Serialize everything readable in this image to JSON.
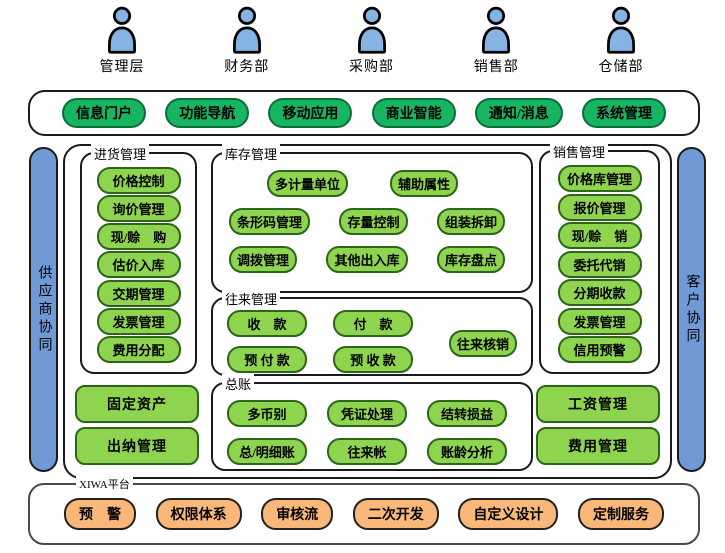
{
  "users": [
    "管理层",
    "财务部",
    "采购部",
    "销售部",
    "仓储部"
  ],
  "app_bar": {
    "items": [
      "信息门户",
      "功能导航",
      "移动应用",
      "商业智能",
      "通知/消息",
      "系统管理"
    ]
  },
  "rails": {
    "left": "供应商协同",
    "right": "客户协同"
  },
  "groups": {
    "purchase": {
      "title": "进货管理",
      "items": [
        "价格控制",
        "询价管理",
        "现/赊　购",
        "估价入库",
        "交期管理",
        "发票管理",
        "费用分配"
      ]
    },
    "inventory": {
      "title": "库存管理",
      "row1": [
        "多计量单位",
        "辅助属性"
      ],
      "row2": [
        "条形码管理",
        "存量控制",
        "组装拆卸"
      ],
      "row3": [
        "调拨管理",
        "其他出入库",
        "库存盘点"
      ]
    },
    "ar_ap": {
      "title": "往来管理",
      "items": [
        "收　款",
        "付　款",
        "预 付 款",
        "预 收 款"
      ],
      "side_item": "往来核销"
    },
    "ledger": {
      "title": "总账",
      "row1": [
        "多币别",
        "凭证处理",
        "结转损益"
      ],
      "row2": [
        "总/明细账",
        "往来帐",
        "账龄分析"
      ]
    },
    "sales": {
      "title": "销售管理",
      "items": [
        "价格库管理",
        "报价管理",
        "现/赊　销",
        "委托代销",
        "分期收款",
        "发票管理",
        "信用预警"
      ]
    }
  },
  "left_boxes": [
    "固定资产",
    "出纳管理"
  ],
  "right_boxes": [
    "工资管理",
    "费用管理"
  ],
  "platform": {
    "title": "XIWA平台",
    "items": [
      "预　警",
      "权限体系",
      "审核流",
      "二次开发",
      "自定义设计",
      "定制服务"
    ]
  },
  "colors": {
    "bar_green": "#17b561",
    "module_green": "#8ed44f",
    "rail_blue": "#6f9ad6",
    "platform_orange": "#f9b87a",
    "outline": "#1a1a1a"
  }
}
